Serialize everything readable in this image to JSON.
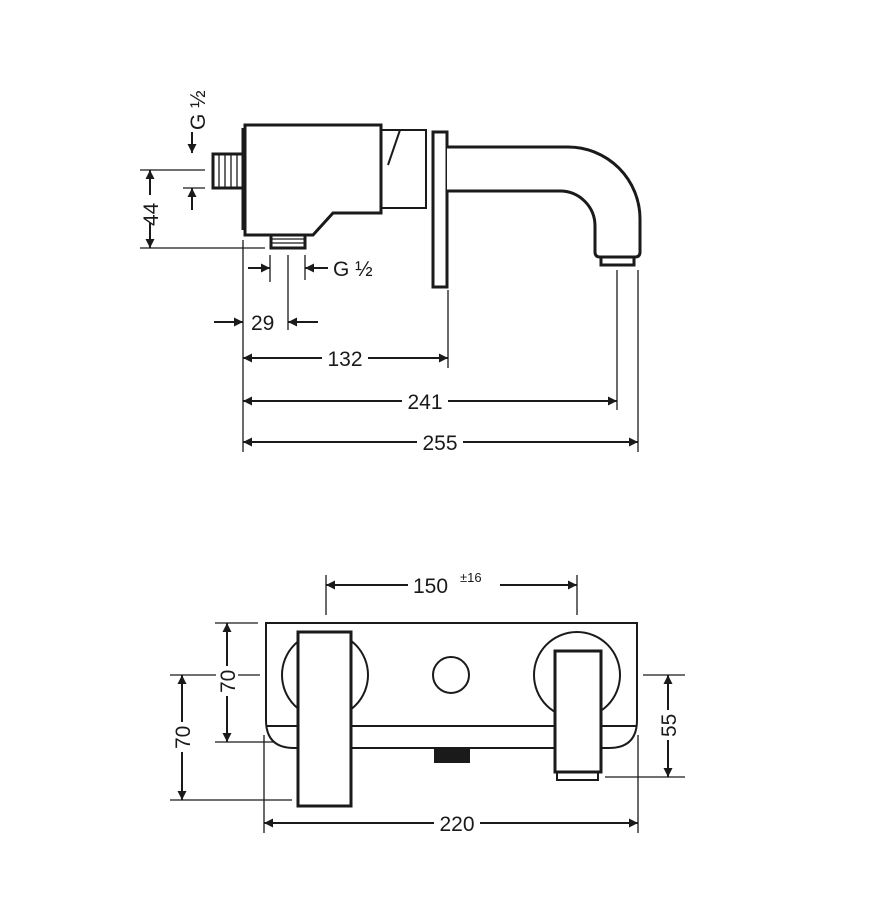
{
  "side_view": {
    "thread_top": "G ½",
    "thread_bottom": "G ½",
    "dim_height": "44",
    "dim_offset": "29",
    "dim_wall": "132",
    "dim_outlet": "241",
    "dim_total": "255"
  },
  "front_view": {
    "dim_centers": "150",
    "dim_centers_tolerance": "±16",
    "dim_plate_height": "70",
    "dim_handle_height": "70",
    "dim_spout_height": "55",
    "dim_width": "220"
  }
}
